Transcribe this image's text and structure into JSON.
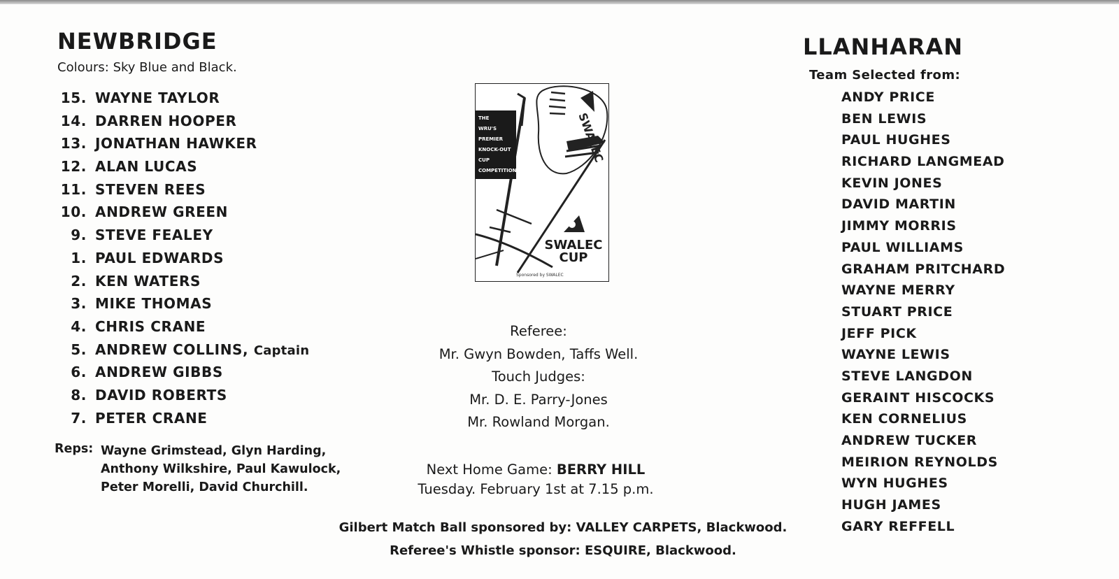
{
  "home": {
    "name": "NEWBRIDGE",
    "colours": "Colours: Sky Blue and Black.",
    "players": [
      {
        "num": "15.",
        "name": "WAYNE TAYLOR"
      },
      {
        "num": "14.",
        "name": "DARREN HOOPER"
      },
      {
        "num": "13.",
        "name": "JONATHAN HAWKER"
      },
      {
        "num": "12.",
        "name": "ALAN LUCAS"
      },
      {
        "num": "11.",
        "name": "STEVEN REES"
      },
      {
        "num": "10.",
        "name": "ANDREW GREEN"
      },
      {
        "num": "9.",
        "name": "STEVE FEALEY"
      },
      {
        "num": "1.",
        "name": "PAUL EDWARDS"
      },
      {
        "num": "2.",
        "name": "KEN WATERS"
      },
      {
        "num": "3.",
        "name": "MIKE THOMAS"
      },
      {
        "num": "4.",
        "name": "CHRIS CRANE"
      },
      {
        "num": "5.",
        "name": "ANDREW COLLINS,",
        "note": "Captain"
      },
      {
        "num": "6.",
        "name": "ANDREW GIBBS"
      },
      {
        "num": "8.",
        "name": "DAVID ROBERTS"
      },
      {
        "num": "7.",
        "name": "PETER CRANE"
      }
    ],
    "reps_label": "Reps:",
    "reps_lines": [
      "Wayne Grimstead, Glyn Harding,",
      "Anthony Wilkshire, Paul Kawulock,",
      "Peter Morelli, David Churchill."
    ]
  },
  "poster": {
    "box_lines": [
      "THE",
      "WRU'S",
      "PREMIER",
      "KNOCK-OUT",
      "CUP",
      "COMPETITION"
    ],
    "logo_line1": "SWALEC",
    "logo_line2": "CUP",
    "sponsored": "Sponsored by SWALEC"
  },
  "officials": {
    "referee_label": "Referee:",
    "referee": "Mr. Gwyn Bowden, Taffs Well.",
    "touch_label": "Touch Judges:",
    "touch_1": "Mr. D. E. Parry-Jones",
    "touch_2": "Mr. Rowland Morgan."
  },
  "next_game": {
    "label": "Next Home Game:",
    "opponent": "BERRY HILL",
    "when": "Tuesday. February 1st at 7.15 p.m."
  },
  "sponsors": {
    "ball": "Gilbert Match Ball sponsored by: VALLEY CARPETS, Blackwood.",
    "whistle": "Referee's Whistle sponsor: ESQUIRE, Blackwood."
  },
  "away": {
    "name": "LLANHARAN",
    "selected": "Team Selected from:",
    "players": [
      "ANDY PRICE",
      "BEN LEWIS",
      "PAUL HUGHES",
      "RICHARD LANGMEAD",
      "KEVIN JONES",
      "DAVID MARTIN",
      "JIMMY MORRIS",
      "PAUL WILLIAMS",
      "GRAHAM PRITCHARD",
      "WAYNE MERRY",
      "STUART PRICE",
      "JEFF PICK",
      "WAYNE LEWIS",
      "STEVE LANGDON",
      "GERAINT HISCOCKS",
      "KEN CORNELIUS",
      "ANDREW TUCKER",
      "MEIRION REYNOLDS",
      "WYN HUGHES",
      "HUGH JAMES",
      "GARY REFFELL"
    ]
  }
}
